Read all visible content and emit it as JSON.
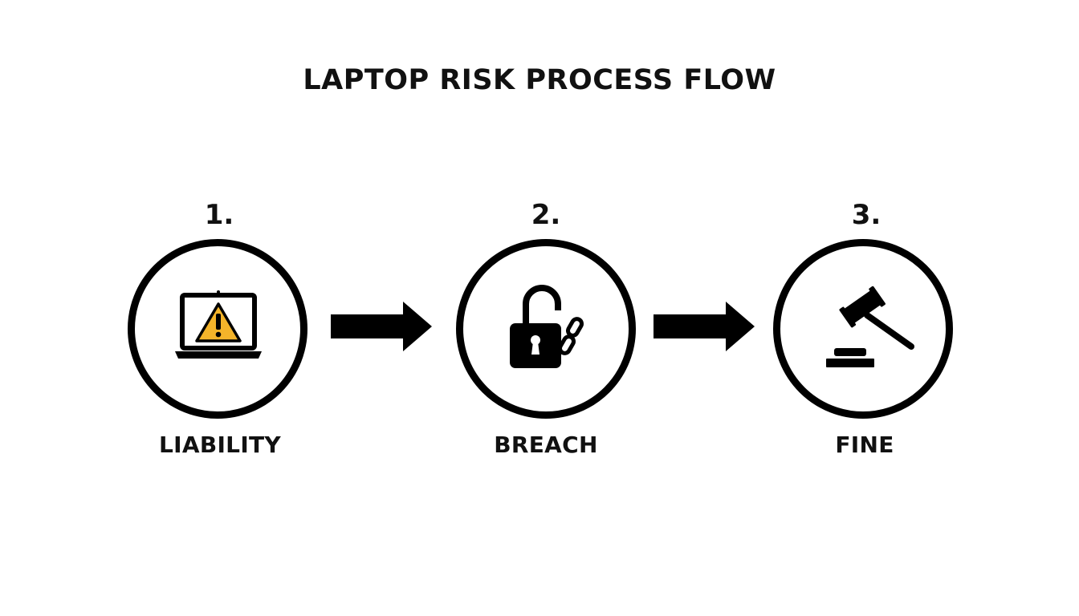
{
  "title": "LAPTOP RISK PROCESS FLOW",
  "colors": {
    "ink": "#000000",
    "warning": "#F4B42A"
  },
  "steps": [
    {
      "number": "1.",
      "label": "LIABILITY",
      "icon": "laptop-warning-icon"
    },
    {
      "number": "2.",
      "label": "BREACH",
      "icon": "broken-padlock-icon"
    },
    {
      "number": "3.",
      "label": "FINE",
      "icon": "gavel-icon"
    }
  ],
  "connectors": [
    "arrow-right-icon",
    "arrow-right-icon"
  ]
}
